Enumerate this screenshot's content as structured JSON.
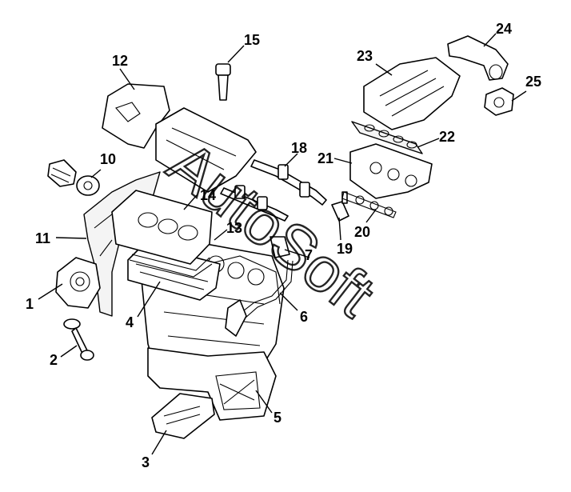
{
  "callouts": [
    {
      "id": "1",
      "text": "1"
    },
    {
      "id": "2",
      "text": "2"
    },
    {
      "id": "3",
      "text": "3"
    },
    {
      "id": "4",
      "text": "4"
    },
    {
      "id": "5",
      "text": "5"
    },
    {
      "id": "6",
      "text": "6"
    },
    {
      "id": "7",
      "text": "7"
    },
    {
      "id": "10",
      "text": "10"
    },
    {
      "id": "11",
      "text": "11"
    },
    {
      "id": "12",
      "text": "12"
    },
    {
      "id": "13",
      "text": "13"
    },
    {
      "id": "14",
      "text": "14"
    },
    {
      "id": "15",
      "text": "15"
    },
    {
      "id": "18",
      "text": "18"
    },
    {
      "id": "19",
      "text": "19"
    },
    {
      "id": "20",
      "text": "20"
    },
    {
      "id": "21",
      "text": "21"
    },
    {
      "id": "22",
      "text": "22"
    },
    {
      "id": "23",
      "text": "23"
    },
    {
      "id": "24",
      "text": "24"
    },
    {
      "id": "25",
      "text": "25"
    }
  ],
  "watermark": {
    "text": "AutoSoft"
  },
  "colors": {
    "line": "#000000",
    "background": "#ffffff"
  }
}
